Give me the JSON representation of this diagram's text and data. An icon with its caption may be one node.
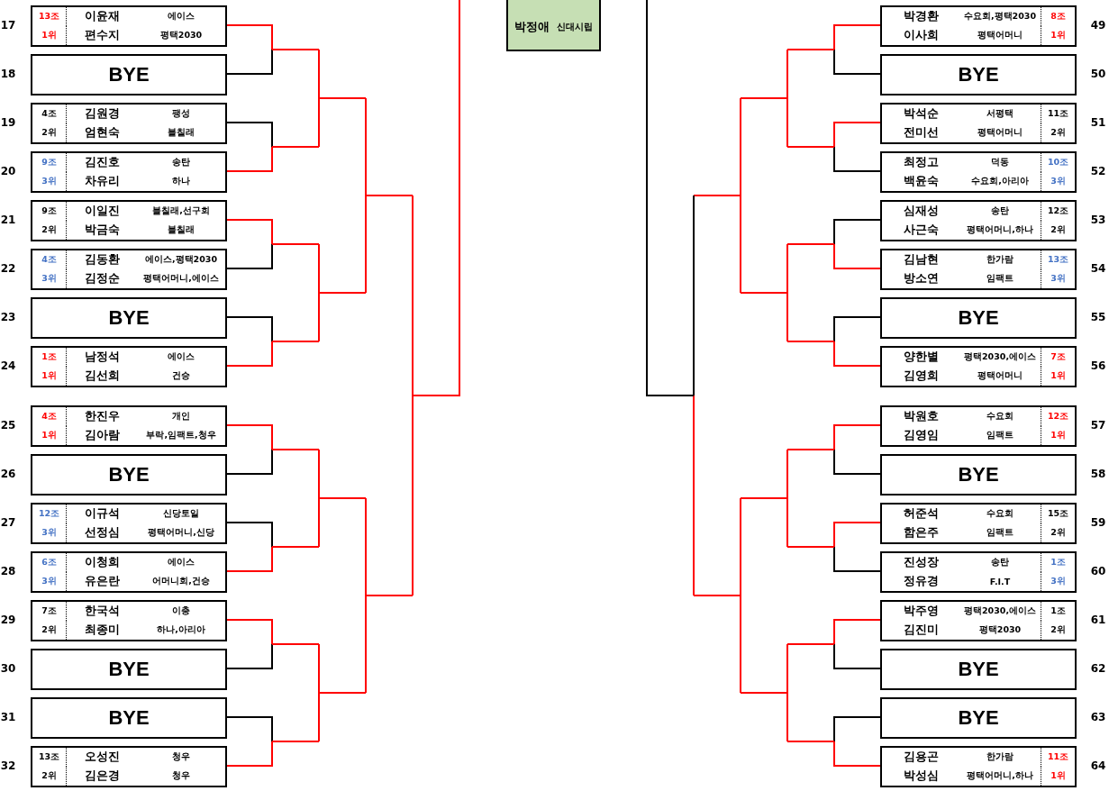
{
  "diagram": {
    "nodes": [
      {
        "text": [
          "13조",
          "이윤재",
          "에이스",
          "1위",
          "편수지",
          "평택2030"
        ],
        "beside": [
          "17"
        ]
      },
      {
        "text": [
          "BYE"
        ],
        "beside": [
          "18"
        ]
      },
      {
        "text": [
          "4조",
          "김원경",
          "팽성",
          "2위",
          "엄현숙",
          "블칠래"
        ],
        "beside": [
          "19"
        ]
      },
      {
        "text": [
          "9조",
          "김진호",
          "송탄",
          "3위",
          "차유리",
          "하나"
        ],
        "beside": [
          "20"
        ]
      },
      {
        "text": [
          "9조",
          "이일진",
          "블칠래,선구회",
          "2위",
          "박금숙",
          "블칠래"
        ],
        "beside": [
          "21"
        ]
      },
      {
        "text": [
          "4조",
          "김동환",
          "에이스,평택2030",
          "3위",
          "김정순",
          "평택어머니,에이스"
        ],
        "beside": [
          "22"
        ]
      },
      {
        "text": [
          "BYE"
        ],
        "beside": [
          "23"
        ]
      },
      {
        "text": [
          "1조",
          "남정석",
          "에이스",
          "1위",
          "김선희",
          "건승"
        ],
        "beside": [
          "24"
        ]
      },
      {
        "text": [
          "4조",
          "한진우",
          "개인",
          "1위",
          "김아람",
          "부락,임팩트,청우"
        ],
        "beside": [
          "25"
        ]
      },
      {
        "text": [
          "BYE"
        ],
        "beside": [
          "26"
        ]
      },
      {
        "text": [
          "12조",
          "이규석",
          "신당토일",
          "3위",
          "선정심",
          "평택어머니,신당"
        ],
        "beside": [
          "27"
        ]
      },
      {
        "text": [
          "6조",
          "이청희",
          "에이스",
          "3위",
          "유은란",
          "어머니회,건승"
        ],
        "beside": [
          "28"
        ]
      },
      {
        "text": [
          "7조",
          "한국석",
          "이충",
          "2위",
          "최종미",
          "하나,아리아"
        ],
        "beside": [
          "29"
        ]
      },
      {
        "text": [
          "BYE"
        ],
        "beside": [
          "30"
        ]
      },
      {
        "text": [
          "BYE"
        ],
        "beside": [
          "31"
        ]
      },
      {
        "text": [
          "13조",
          "오성진",
          "청우",
          "2위",
          "김은경",
          "청우"
        ],
        "beside": [
          "32"
        ]
      },
      {
        "text": [
          "박정애",
          "신대시립"
        ]
      },
      {
        "text": [
          "박경환",
          "수요회,평택2030",
          "8조",
          "이사희",
          "평택어머니",
          "1위"
        ],
        "beside": [
          "49"
        ]
      },
      {
        "text": [
          "BYE"
        ],
        "beside": [
          "50"
        ]
      },
      {
        "text": [
          "박석순",
          "서평택",
          "11조",
          "전미선",
          "평택어머니",
          "2위"
        ],
        "beside": [
          "51"
        ]
      },
      {
        "text": [
          "최정고",
          "덕동",
          "10조",
          "백윤숙",
          "수요회,아리아",
          "3위"
        ],
        "beside": [
          "52"
        ]
      },
      {
        "text": [
          "심재성",
          "송탄",
          "12조",
          "사근숙",
          "평택어머니,하나",
          "2위"
        ],
        "beside": [
          "53"
        ]
      },
      {
        "text": [
          "김남현",
          "한가람",
          "13조",
          "방소연",
          "임팩트",
          "3위"
        ],
        "beside": [
          "54"
        ]
      },
      {
        "text": [
          "BYE"
        ],
        "beside": [
          "55"
        ]
      },
      {
        "text": [
          "양한별",
          "평택2030,에이스",
          "7조",
          "김영희",
          "평택어머니",
          "1위"
        ],
        "beside": [
          "56"
        ]
      },
      {
        "text": [
          "박원호",
          "수요회",
          "12조",
          "김영임",
          "임팩트",
          "1위"
        ],
        "beside": [
          "57"
        ]
      },
      {
        "text": [
          "BYE"
        ],
        "beside": [
          "58"
        ]
      },
      {
        "text": [
          "허준석",
          "수요회",
          "15조",
          "함은주",
          "임팩트",
          "2위"
        ],
        "beside": [
          "59"
        ]
      },
      {
        "text": [
          "진성장",
          "송탄",
          "1조",
          "정유경",
          "F.I.T",
          "3위"
        ],
        "beside": [
          "60"
        ]
      },
      {
        "text": [
          "박주영",
          "평택2030,에이스",
          "1조",
          "김진미",
          "평택2030",
          "2위"
        ],
        "beside": [
          "61"
        ]
      },
      {
        "text": [
          "BYE"
        ],
        "beside": [
          "62"
        ]
      },
      {
        "text": [
          "BYE"
        ],
        "beside": [
          "63"
        ]
      },
      {
        "text": [
          "김용곤",
          "한가람",
          "11조",
          "박성심",
          "평택어머니,하나",
          "1위"
        ],
        "beside": [
          "64"
        ]
      }
    ],
    "edges": [
      {
        "from": 0,
        "to": null,
        "arrow": "none",
        "color": "#ff0000"
      },
      {
        "from": 1,
        "to": null,
        "arrow": "none",
        "color": "#000000"
      },
      {
        "from": 2,
        "to": null,
        "arrow": "none",
        "color": "#000000"
      },
      {
        "from": 3,
        "to": null,
        "arrow": "none",
        "color": "#ff0000"
      },
      {
        "from": 4,
        "to": null,
        "arrow": "none",
        "color": "#ff0000"
      },
      {
        "from": 5,
        "to": null,
        "arrow": "none",
        "color": "#000000"
      },
      {
        "from": 6,
        "to": null,
        "arrow": "none",
        "color": "#000000"
      },
      {
        "from": 7,
        "to": null,
        "arrow": "none",
        "color": "#ff0000"
      },
      {
        "from": 8,
        "to": null,
        "arrow": "none",
        "color": "#ff0000"
      },
      {
        "from": 9,
        "to": null,
        "arrow": "none",
        "color": "#000000"
      },
      {
        "from": 10,
        "to": null,
        "arrow": "none",
        "color": "#000000"
      },
      {
        "from": 11,
        "to": null,
        "arrow": "none",
        "color": "#ff0000"
      },
      {
        "from": 12,
        "to": null,
        "arrow": "none",
        "color": "#ff0000"
      },
      {
        "from": 13,
        "to": null,
        "arrow": "none",
        "color": "#000000"
      },
      {
        "from": 14,
        "to": null,
        "arrow": "none",
        "color": "#000000"
      },
      {
        "from": 15,
        "to": null,
        "arrow": "none",
        "color": "#ff0000"
      },
      {
        "from": 17,
        "to": null,
        "arrow": "none",
        "color": "#ff0000"
      },
      {
        "from": 18,
        "to": null,
        "arrow": "none",
        "color": "#000000"
      },
      {
        "from": 19,
        "to": null,
        "arrow": "none",
        "color": "#ff0000"
      },
      {
        "from": 20,
        "to": null,
        "arrow": "none",
        "color": "#000000"
      },
      {
        "from": 21,
        "to": null,
        "arrow": "none",
        "color": "#000000"
      },
      {
        "from": 22,
        "to": null,
        "arrow": "none",
        "color": "#ff0000"
      },
      {
        "from": 23,
        "to": null,
        "arrow": "none",
        "color": "#000000"
      },
      {
        "from": 24,
        "to": null,
        "arrow": "none",
        "color": "#ff0000"
      },
      {
        "from": 25,
        "to": null,
        "arrow": "none",
        "color": "#ff0000"
      },
      {
        "from": 26,
        "to": null,
        "arrow": "none",
        "color": "#000000"
      },
      {
        "from": 27,
        "to": null,
        "arrow": "none",
        "color": "#ff0000"
      },
      {
        "from": 28,
        "to": null,
        "arrow": "none",
        "color": "#000000"
      },
      {
        "from": 29,
        "to": null,
        "arrow": "none",
        "color": "#ff0000"
      },
      {
        "from": 30,
        "to": null,
        "arrow": "none",
        "color": "#000000"
      },
      {
        "from": 31,
        "to": null,
        "arrow": "none",
        "color": "#000000"
      },
      {
        "from": 32,
        "to": null,
        "arrow": "none",
        "color": "#ff0000"
      }
    ]
  }
}
